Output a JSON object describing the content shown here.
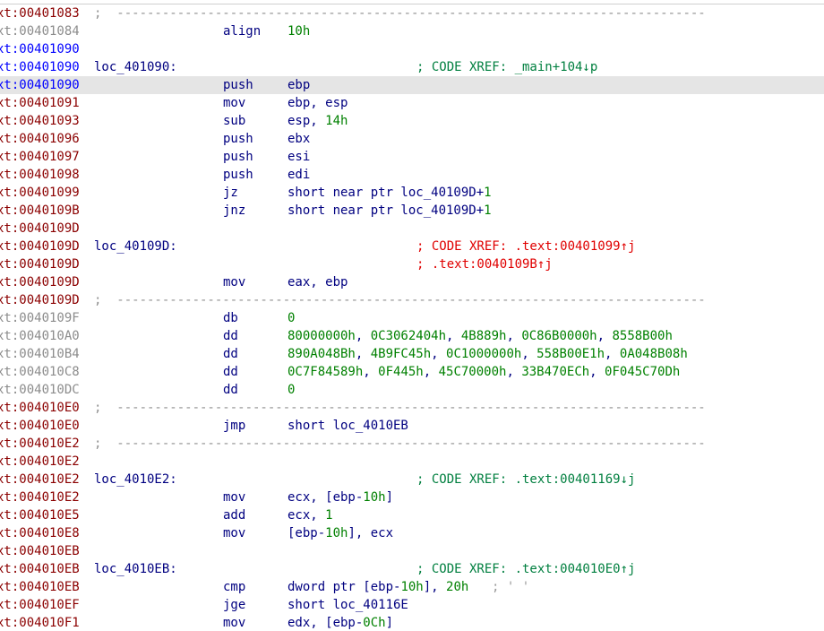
{
  "colors": {
    "address_normal": "#8b0000",
    "address_data": "#8c8c8c",
    "address_current": "#0000ff",
    "instruction": "#000080",
    "number": "#008000",
    "xref_comment": "#007f3f",
    "xref_up_comment": "#e00000",
    "separator": "#909090",
    "selection_bg": "#e5e5e5"
  },
  "lines": [
    {
      "addr": "xt:00401083",
      "type": "sep",
      "sep": ";  ------------------------------------------------------------------------------"
    },
    {
      "addr": "xt:00401084",
      "type": "align",
      "mnem": "align",
      "op": "10h"
    },
    {
      "addr": "xt:00401090",
      "type": "blank"
    },
    {
      "addr": "xt:00401090",
      "type": "label",
      "label": "loc_401090:",
      "comment": "; CODE XREF: _main+104↓p",
      "comment_style": "green"
    },
    {
      "addr": "xt:00401090",
      "type": "ins",
      "mnem": "push",
      "op": "ebp"
    },
    {
      "addr": "xt:00401091",
      "type": "ins",
      "mnem": "mov",
      "op": "ebp, esp"
    },
    {
      "addr": "xt:00401093",
      "type": "ins",
      "mnem": "sub",
      "op": "esp, 14h"
    },
    {
      "addr": "xt:00401096",
      "type": "ins",
      "mnem": "push",
      "op": "ebx"
    },
    {
      "addr": "xt:00401097",
      "type": "ins",
      "mnem": "push",
      "op": "esi"
    },
    {
      "addr": "xt:00401098",
      "type": "ins",
      "mnem": "push",
      "op": "edi"
    },
    {
      "addr": "xt:00401099",
      "type": "ins",
      "mnem": "jz",
      "op": "short near ptr loc_40109D+1"
    },
    {
      "addr": "xt:0040109B",
      "type": "ins",
      "mnem": "jnz",
      "op": "short near ptr loc_40109D+1"
    },
    {
      "addr": "xt:0040109D",
      "type": "blank"
    },
    {
      "addr": "xt:0040109D",
      "type": "label",
      "label": "loc_40109D:",
      "comment": "; CODE XREF: .text:00401099↑j",
      "comment_style": "red"
    },
    {
      "addr": "xt:0040109D",
      "type": "comment",
      "comment": "; .text:0040109B↑j",
      "comment_style": "red"
    },
    {
      "addr": "xt:0040109D",
      "type": "ins",
      "mnem": "mov",
      "op": "eax, ebp"
    },
    {
      "addr": "xt:0040109D",
      "type": "sep",
      "sep": ";  ------------------------------------------------------------------------------"
    },
    {
      "addr": "xt:0040109F",
      "type": "data",
      "mnem": "db",
      "op": "0"
    },
    {
      "addr": "xt:004010A0",
      "type": "data",
      "mnem": "dd",
      "op": "80000000h, 0C3062404h, 4B889h, 0C86B0000h, 8558B00h"
    },
    {
      "addr": "xt:004010B4",
      "type": "data",
      "mnem": "dd",
      "op": "890A048Bh, 4B9FC45h, 0C1000000h, 558B00E1h, 0A048B08h"
    },
    {
      "addr": "xt:004010C8",
      "type": "data",
      "mnem": "dd",
      "op": "0C7F84589h, 0F445h, 45C70000h, 33B470ECh, 0F045C70Dh"
    },
    {
      "addr": "xt:004010DC",
      "type": "data",
      "mnem": "dd",
      "op": "0"
    },
    {
      "addr": "xt:004010E0",
      "type": "sep",
      "sep": ";  ------------------------------------------------------------------------------"
    },
    {
      "addr": "xt:004010E0",
      "type": "ins",
      "mnem": "jmp",
      "op": "short loc_4010EB"
    },
    {
      "addr": "xt:004010E2",
      "type": "sep",
      "sep": ";  ------------------------------------------------------------------------------"
    },
    {
      "addr": "xt:004010E2",
      "type": "blank"
    },
    {
      "addr": "xt:004010E2",
      "type": "label",
      "label": "loc_4010E2:",
      "comment": "; CODE XREF: .text:00401169↓j",
      "comment_style": "green"
    },
    {
      "addr": "xt:004010E2",
      "type": "ins",
      "mnem": "mov",
      "op": "ecx, [ebp-10h]"
    },
    {
      "addr": "xt:004010E5",
      "type": "ins",
      "mnem": "add",
      "op": "ecx, 1"
    },
    {
      "addr": "xt:004010E8",
      "type": "ins",
      "mnem": "mov",
      "op": "[ebp-10h], ecx"
    },
    {
      "addr": "xt:004010EB",
      "type": "blank"
    },
    {
      "addr": "xt:004010EB",
      "type": "label",
      "label": "loc_4010EB:",
      "comment": "; CODE XREF: .text:004010E0↑j",
      "comment_style": "green"
    },
    {
      "addr": "xt:004010EB",
      "type": "ins",
      "mnem": "cmp",
      "op": "dword ptr [ebp-10h], 20h",
      "inline_comment": "; ' '"
    },
    {
      "addr": "xt:004010EF",
      "type": "ins",
      "mnem": "jge",
      "op": "short loc_40116E"
    },
    {
      "addr": "xt:004010F1",
      "type": "ins",
      "mnem": "mov",
      "op": "edx, [ebp-0Ch]"
    }
  ]
}
